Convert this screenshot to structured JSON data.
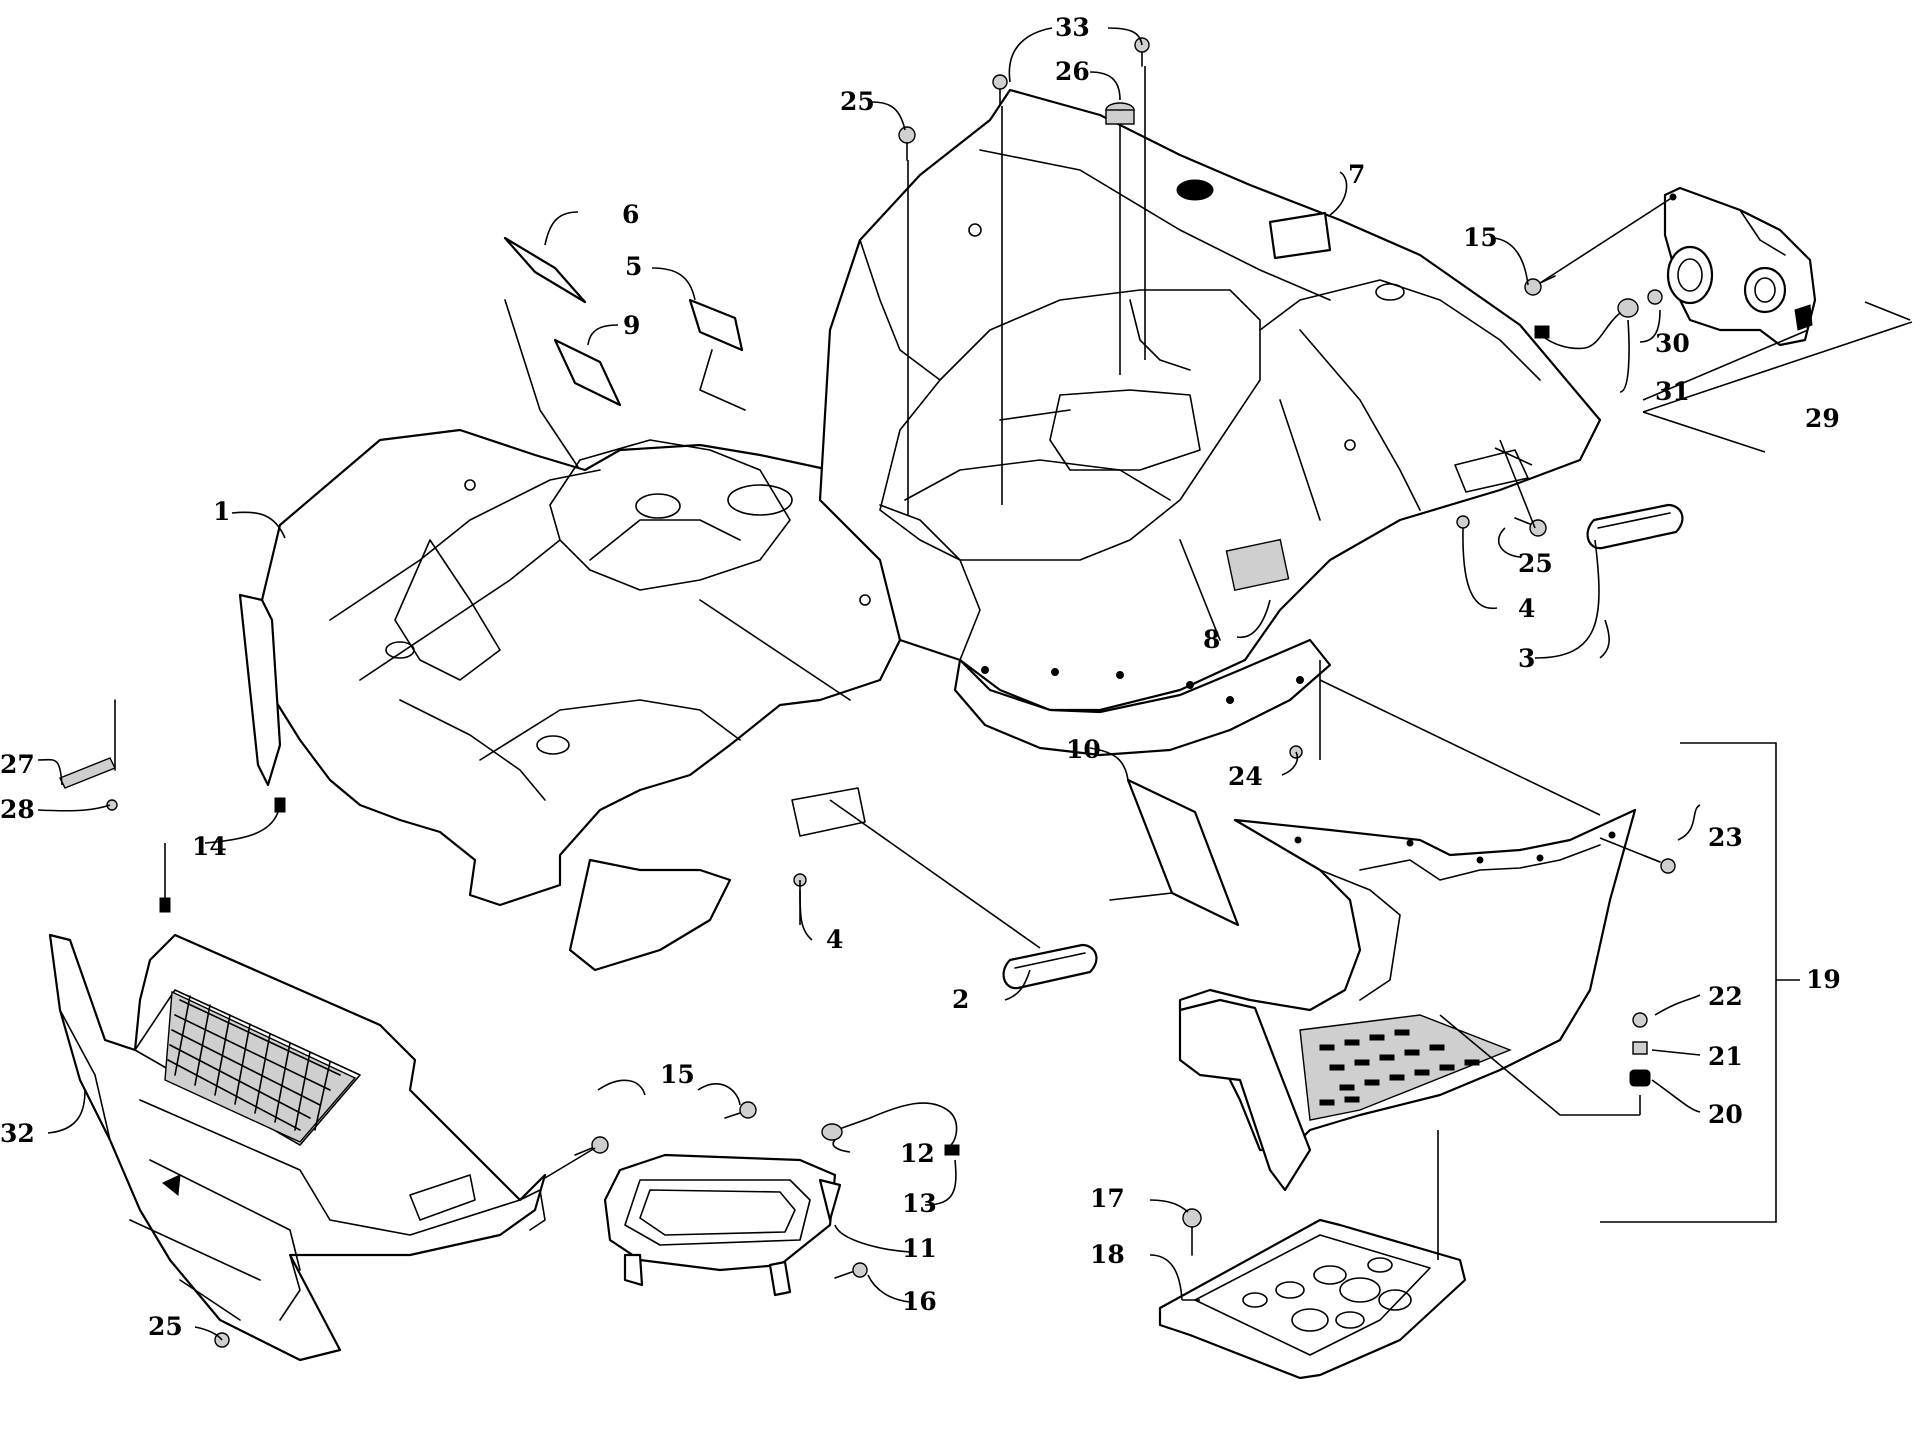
{
  "diagram": {
    "callouts": [
      {
        "id": "c1",
        "label": "1"
      },
      {
        "id": "c2",
        "label": "2"
      },
      {
        "id": "c3",
        "label": "3"
      },
      {
        "id": "c4a",
        "label": "4"
      },
      {
        "id": "c4b",
        "label": "4"
      },
      {
        "id": "c5",
        "label": "5"
      },
      {
        "id": "c6",
        "label": "6"
      },
      {
        "id": "c7",
        "label": "7"
      },
      {
        "id": "c8",
        "label": "8"
      },
      {
        "id": "c9",
        "label": "9"
      },
      {
        "id": "c10",
        "label": "10"
      },
      {
        "id": "c11",
        "label": "11"
      },
      {
        "id": "c12",
        "label": "12"
      },
      {
        "id": "c13",
        "label": "13"
      },
      {
        "id": "c14",
        "label": "14"
      },
      {
        "id": "c15a",
        "label": "15"
      },
      {
        "id": "c15b",
        "label": "15"
      },
      {
        "id": "c16",
        "label": "16"
      },
      {
        "id": "c17",
        "label": "17"
      },
      {
        "id": "c18",
        "label": "18"
      },
      {
        "id": "c19",
        "label": "19"
      },
      {
        "id": "c20",
        "label": "20"
      },
      {
        "id": "c21",
        "label": "21"
      },
      {
        "id": "c22",
        "label": "22"
      },
      {
        "id": "c23",
        "label": "23"
      },
      {
        "id": "c24",
        "label": "24"
      },
      {
        "id": "c25a",
        "label": "25"
      },
      {
        "id": "c25b",
        "label": "25"
      },
      {
        "id": "c25c",
        "label": "25"
      },
      {
        "id": "c26",
        "label": "26"
      },
      {
        "id": "c27",
        "label": "27"
      },
      {
        "id": "c28",
        "label": "28"
      },
      {
        "id": "c29",
        "label": "29"
      },
      {
        "id": "c30",
        "label": "30"
      },
      {
        "id": "c31",
        "label": "31"
      },
      {
        "id": "c32",
        "label": "32"
      },
      {
        "id": "c33",
        "label": "33"
      }
    ]
  }
}
